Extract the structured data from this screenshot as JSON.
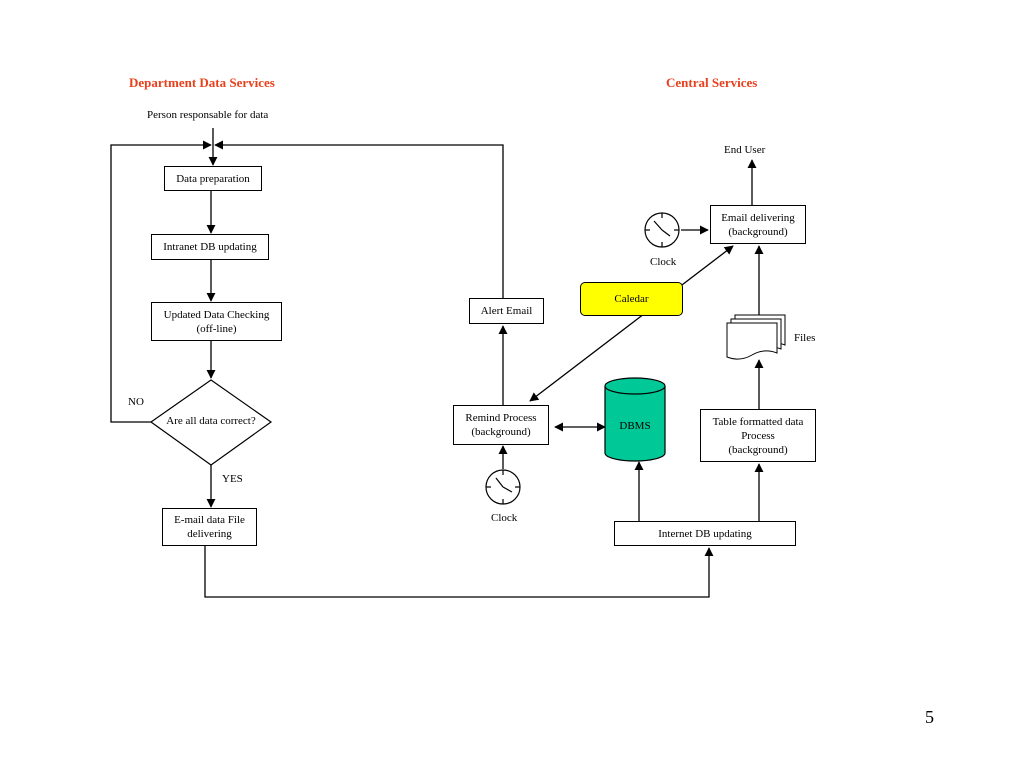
{
  "headings": {
    "left": "Department Data Services",
    "right": "Central Services"
  },
  "labels": {
    "person": "Person responsable for data",
    "end_user": "End User",
    "clock_top": "Clock",
    "clock_bottom": "Clock",
    "files": "Files",
    "no": "NO",
    "yes": "YES"
  },
  "boxes": {
    "data_preparation": "Data preparation",
    "intranet_db": "Intranet DB updating",
    "updated_checking": "Updated Data Checking\n(off-line)",
    "decision": "Are all data correct?",
    "email_file": "E-mail data File\ndelivering",
    "alert_email": "Alert Email",
    "remind_process": "Remind Process\n(background)",
    "calendar": "Caledar",
    "dbms": "DBMS",
    "email_delivering": "Email delivering\n(background)",
    "table_process": "Table formatted data\nProcess\n(background)",
    "internet_db": "Internet DB updating"
  },
  "colors": {
    "heading": "#e8401c",
    "calendar": "#ffff00",
    "dbms": "#00c896"
  },
  "page_number": "5"
}
